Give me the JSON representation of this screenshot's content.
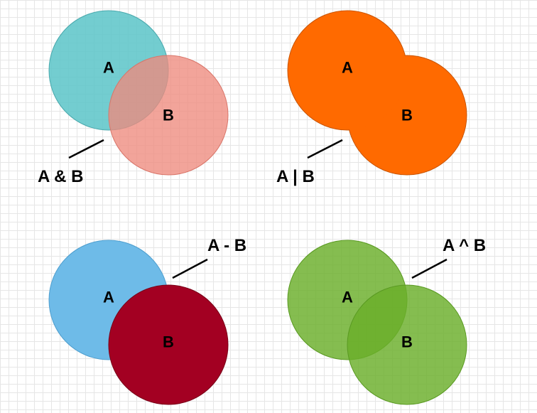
{
  "colors": {
    "and_a": "#5bc4c8",
    "and_b": "#ee8a7d",
    "or_fill": "#ff6a00",
    "diff_a": "#6ebbe8",
    "diff_b": "#a30022",
    "xor_fill": "#6aaf2a"
  },
  "diagrams": [
    {
      "op": "and",
      "set_a": "A",
      "set_b": "B",
      "label": "A & B"
    },
    {
      "op": "or",
      "set_a": "A",
      "set_b": "B",
      "label": "A | B"
    },
    {
      "op": "difference",
      "set_a": "A",
      "set_b": "B",
      "label": "A - B"
    },
    {
      "op": "xor",
      "set_a": "A",
      "set_b": "B",
      "label": "A ^ B"
    }
  ]
}
